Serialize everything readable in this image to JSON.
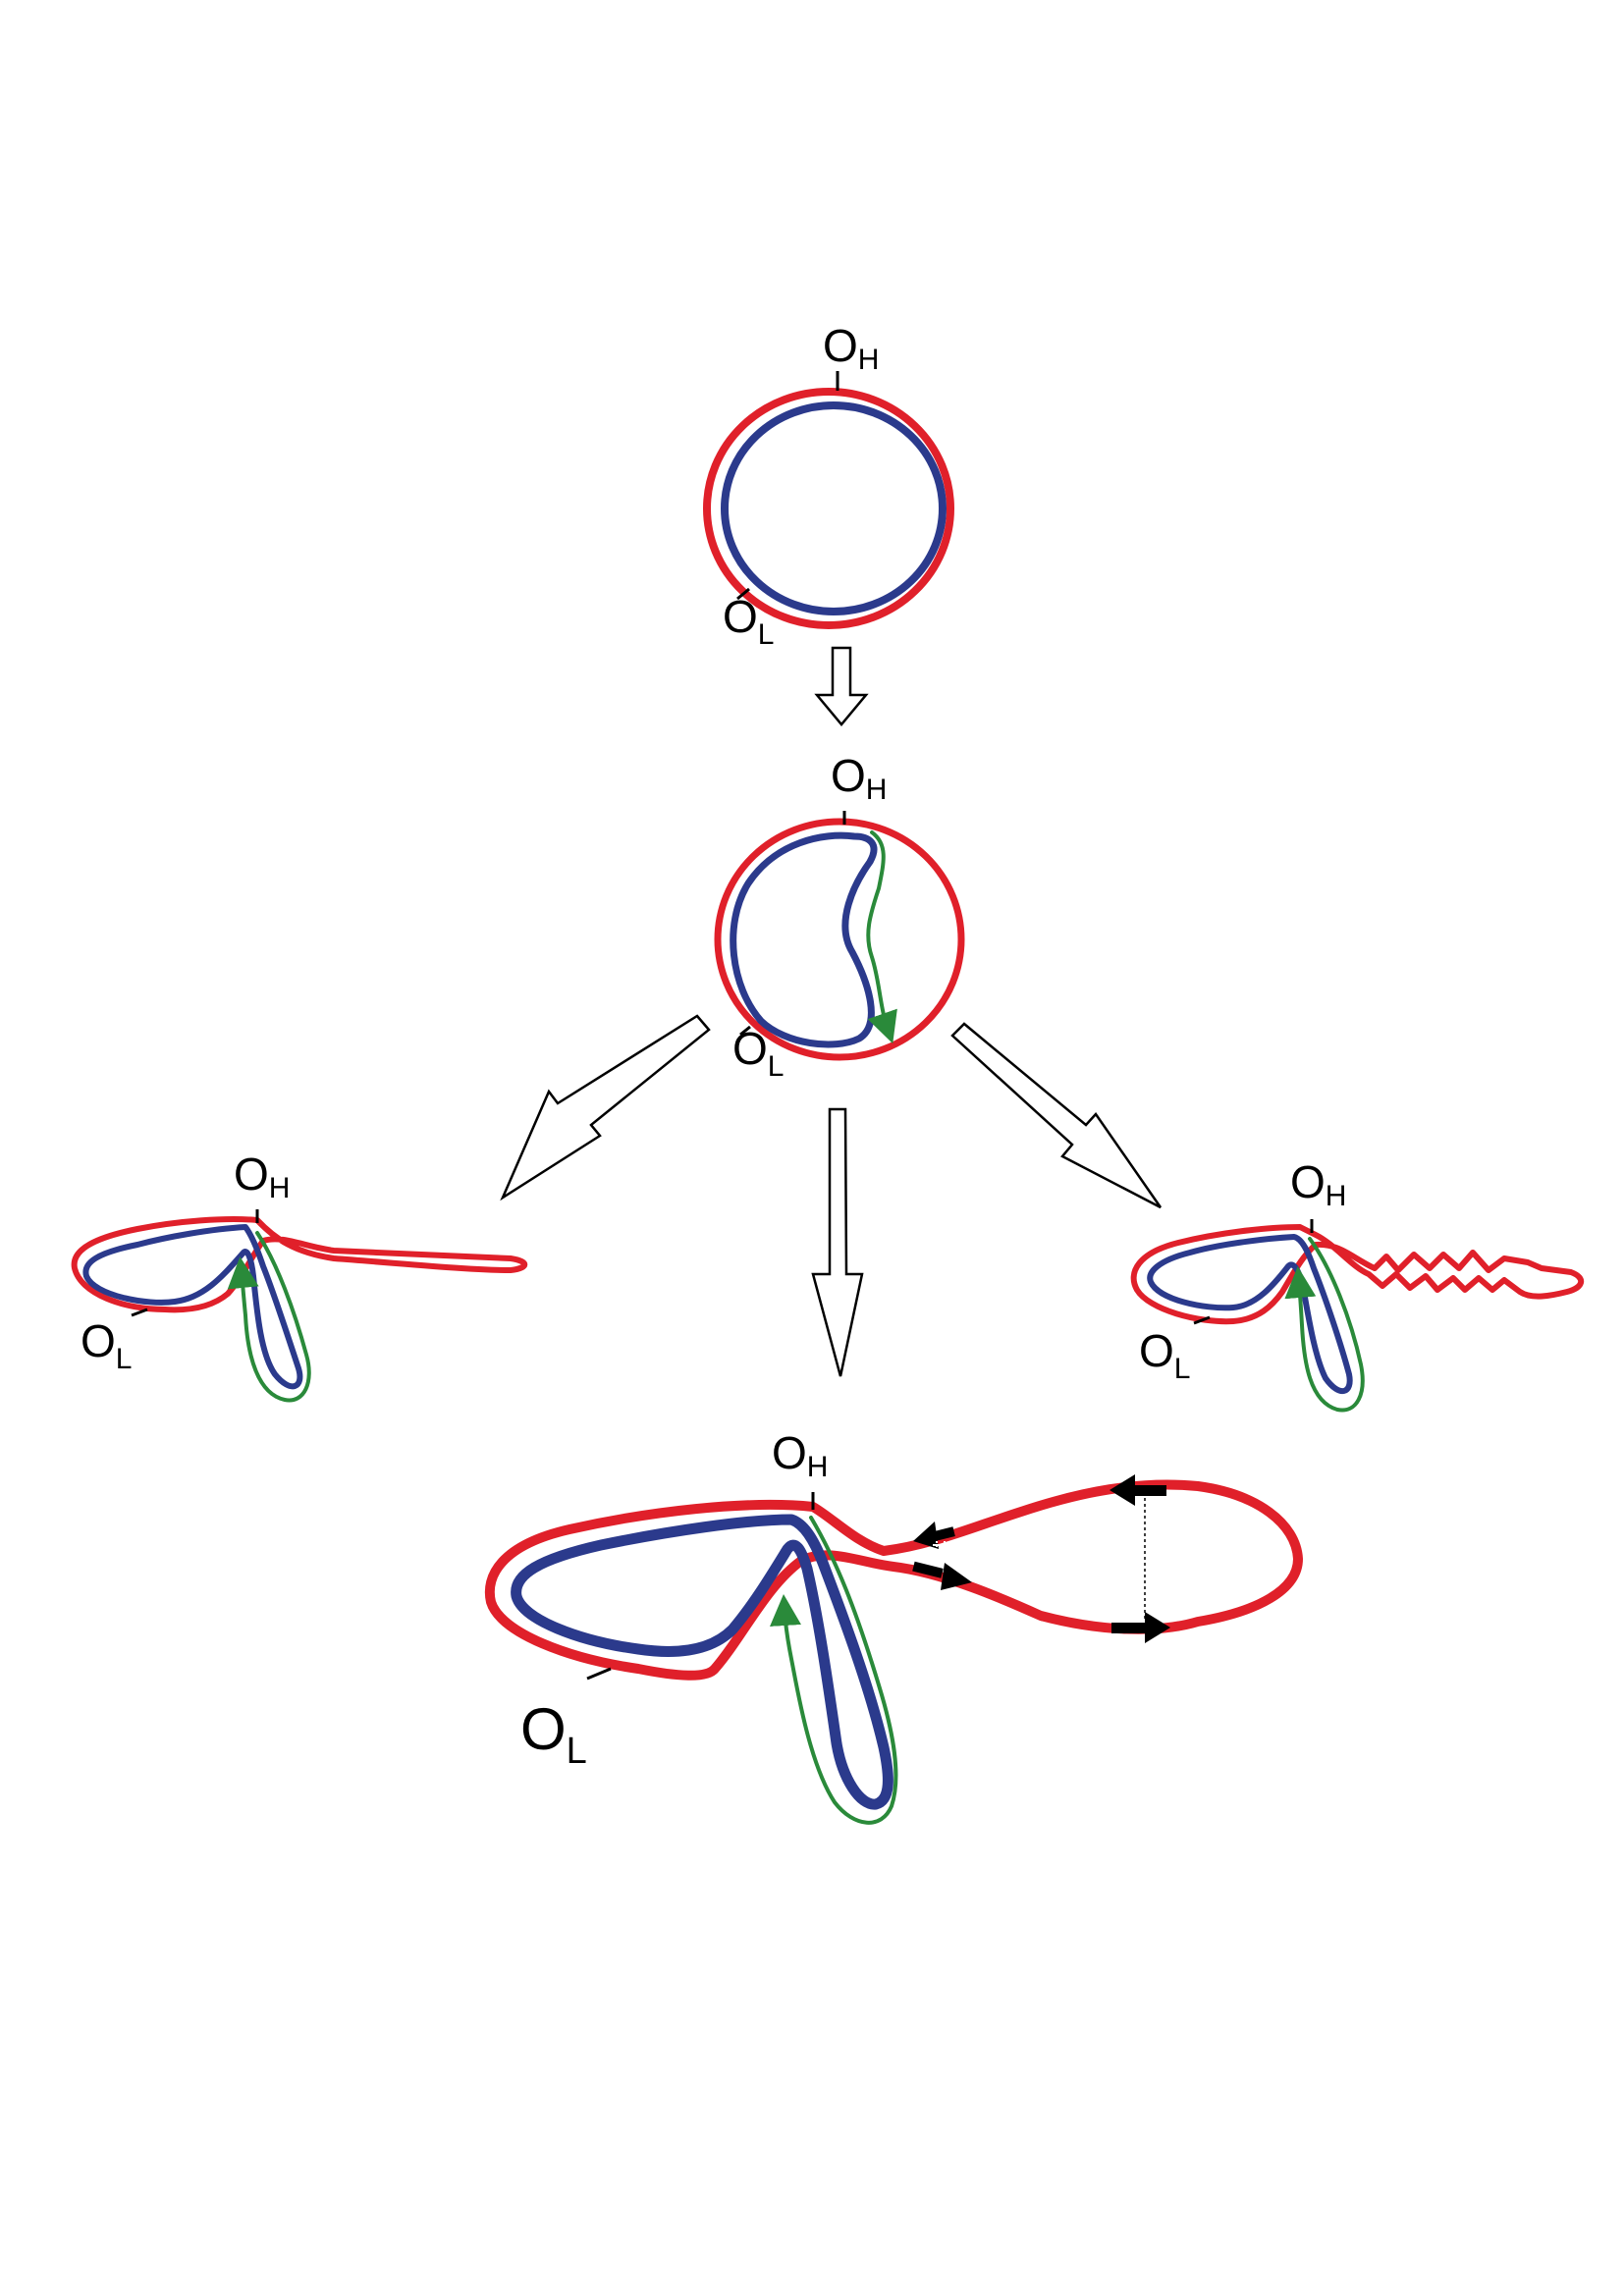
{
  "labels": {
    "O": "O",
    "H": "H",
    "L": "L"
  },
  "colors": {
    "heavy_strand": "#e0202a",
    "light_strand": "#2b3a8c",
    "nascent_strand": "#2a8a3a",
    "arrow_outline": "#000000"
  }
}
